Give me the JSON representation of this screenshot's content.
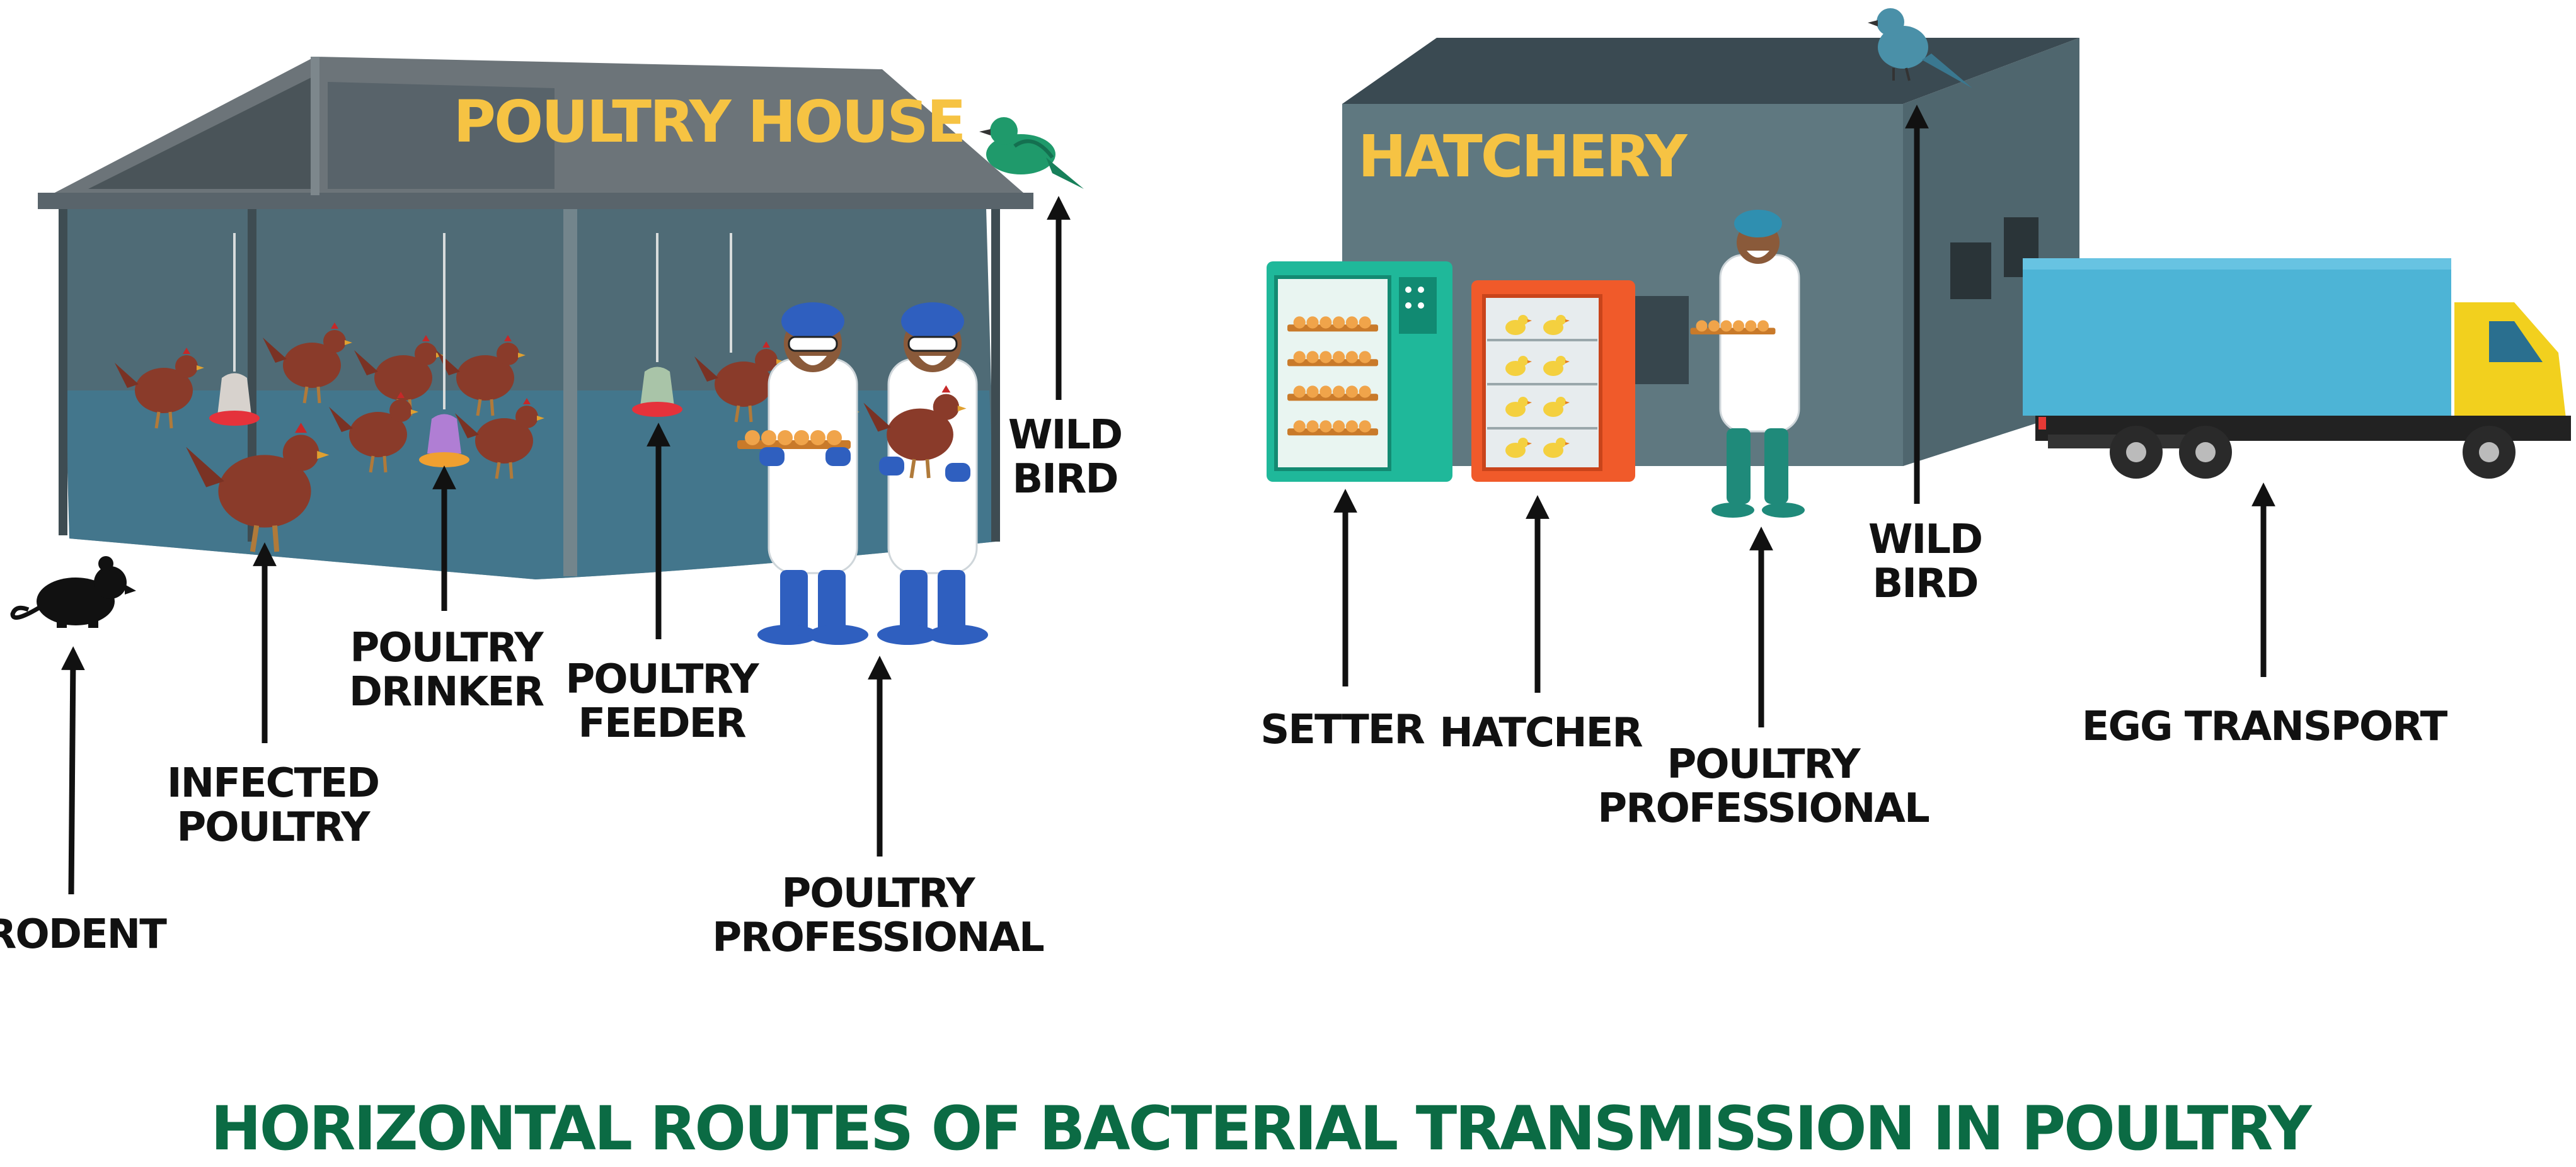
{
  "title": "HORIZONTAL ROUTES OF BACTERIAL TRANSMISSION IN POULTRY",
  "colors": {
    "title": "#0b6b44",
    "sign": "#f6c343",
    "label": "#111111",
    "building_wall": "#5f7880",
    "roof": "#6c7479",
    "truck_box": "#4db4d6",
    "truck_cab": "#f2d01e",
    "setter": "#1fb89a",
    "hatcher": "#f05a2a",
    "bird_green": "#1f9a6b",
    "bird_blue": "#4a90a8",
    "glove_boot": "#2f5fbf"
  },
  "poultry_house": {
    "sign": "POULTRY HOUSE",
    "labels": {
      "rodent": "RODENT",
      "infected_poultry": [
        "INFECTED",
        "POULTRY"
      ],
      "drinker": [
        "POULTRY",
        "DRINKER"
      ],
      "feeder": [
        "POULTRY",
        "FEEDER"
      ],
      "professional": [
        "POULTRY",
        "PROFESSIONAL"
      ],
      "wild_bird": [
        "WILD",
        "BIRD"
      ]
    }
  },
  "hatchery": {
    "sign": "HATCHERY",
    "labels": {
      "setter": "SETTER",
      "hatcher": "HATCHER",
      "professional": [
        "POULTRY",
        "PROFESSIONAL"
      ],
      "wild_bird": [
        "WILD",
        "BIRD"
      ],
      "egg_transport": "EGG TRANSPORT"
    }
  }
}
